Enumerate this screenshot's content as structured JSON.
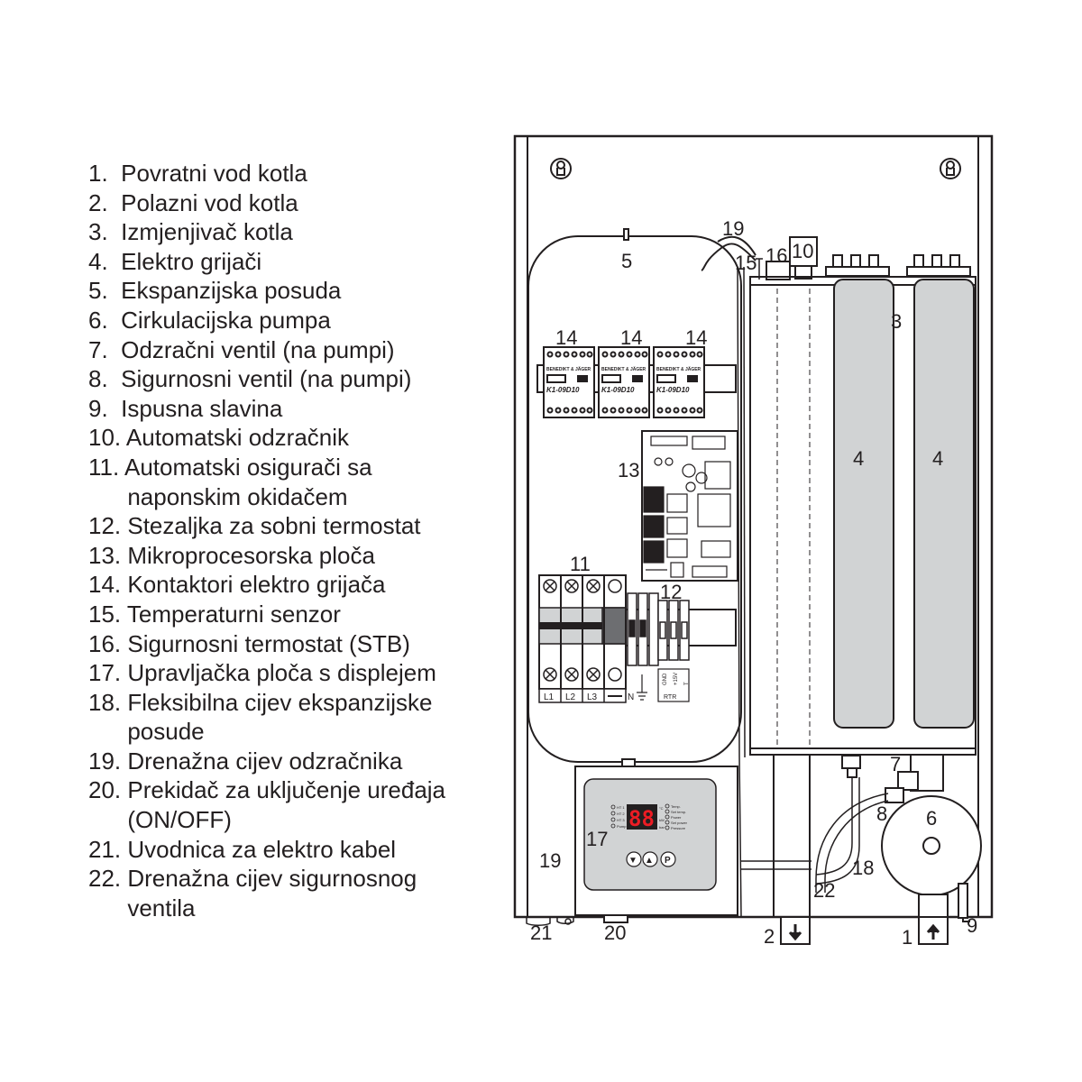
{
  "legend": [
    "1.  Povratni vod kotla",
    "2.  Polazni vod kotla",
    "3.  Izmjenjivač kotla",
    "4.  Elektro grijači",
    "5.  Ekspanzijska posuda",
    "6.  Cirkulacijska pumpa",
    "7.  Odzračni ventil (na pumpi)",
    "8.  Sigurnosni ventil (na pumpi)",
    "9.  Ispusna slavina",
    "10. Automatski odzračnik",
    "11. Automatski osigurači sa",
    "      naponskim okidačem",
    "12. Stezaljka za sobni termostat",
    "13. Mikroprocesorska ploča",
    "14. Kontaktori elektro grijača",
    "15. Temperaturni senzor",
    "16. Sigurnosni termostat (STB)",
    "17. Upravljačka ploča s displejem",
    "18. Fleksibilna cijev ekspanzijske",
    "      posude",
    "19. Drenažna cijev odzračnika",
    "20. Prekidač za uključenje uređaja",
    "      (ON/OFF)",
    "21. Uvodnica za elektro kabel",
    "22. Drenažna cijev sigurnosnog",
    "      ventila"
  ],
  "callouts": {
    "c1": "1",
    "c2": "2",
    "c3": "3",
    "c4a": "4",
    "c4b": "4",
    "c5": "5",
    "c6": "6",
    "c7": "7",
    "c8": "8",
    "c9": "9",
    "c10": "10",
    "c11": "11",
    "c12": "12",
    "c13": "13",
    "c14a": "14",
    "c14b": "14",
    "c14c": "14",
    "c15": "15",
    "c16": "16",
    "c17": "17",
    "c18": "18",
    "c19a": "19",
    "c19b": "19",
    "c20": "20",
    "c21": "21",
    "c22": "22"
  },
  "contactor": {
    "brand": "BENEDIKT & JÄGER",
    "model": "K1-09D10"
  },
  "breakers": {
    "l1": "L1",
    "l2": "L2",
    "l3": "L3",
    "n": "N"
  },
  "terminal": {
    "gnd": "GND",
    "v15": "+15V",
    "t": "T",
    "rtr": "RTR"
  },
  "display": {
    "digits": "88",
    "left_labels": [
      "HT 1",
      "HT 2",
      "HT 3",
      "Pump"
    ],
    "right_labels": [
      "Temp.",
      "Set temp.",
      "Power",
      "Set power",
      "Pressure"
    ],
    "unit_c": "°C",
    "unit_kw": "kW",
    "unit_bar": "bar",
    "btn_down": "▼",
    "btn_up": "▲",
    "btn_p": "P"
  }
}
